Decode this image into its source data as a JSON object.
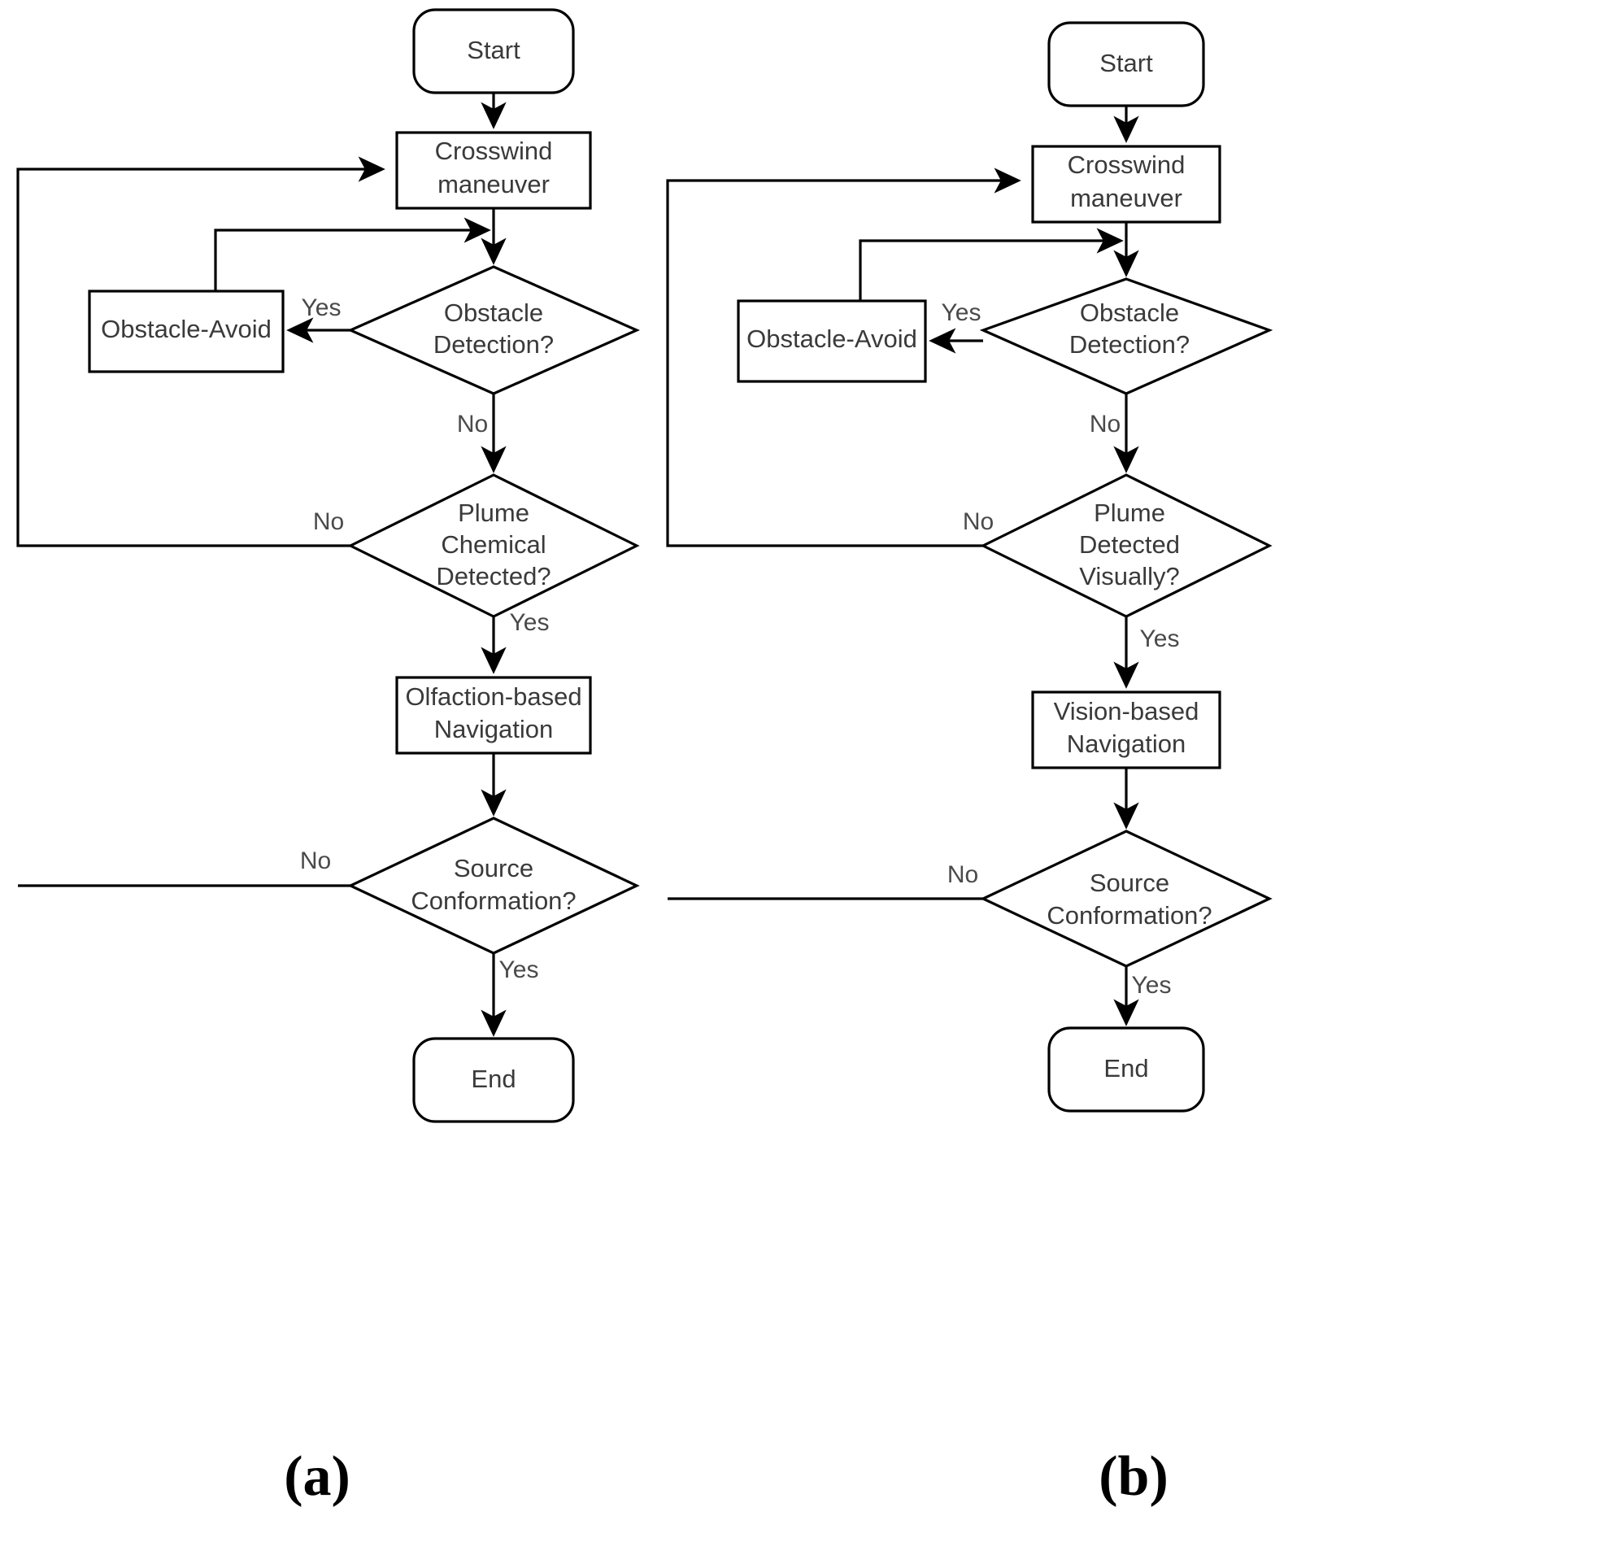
{
  "figure": {
    "panels": [
      {
        "id": "a",
        "caption": "(a)",
        "nodes": {
          "start": "Start",
          "crosswind": "Crosswind\nmaneuver",
          "crosswind_l1": "Crosswind",
          "crosswind_l2": "maneuver",
          "obstacle_decision_l1": "Obstacle",
          "obstacle_decision_l2": "Detection?",
          "obstacle_avoid": "Obstacle-Avoid",
          "plume_decision_l1": "Plume",
          "plume_decision_l2": "Chemical",
          "plume_decision_l3": "Detected?",
          "navigation_l1": "Olfaction-based",
          "navigation_l2": "Navigation",
          "source_decision_l1": "Source",
          "source_decision_l2": "Conformation?",
          "end": "End"
        },
        "edges": {
          "obstacle_yes": "Yes",
          "obstacle_no": "No",
          "plume_no": "No",
          "plume_yes": "Yes",
          "source_no": "No",
          "source_yes": "Yes"
        }
      },
      {
        "id": "b",
        "caption": "(b)",
        "nodes": {
          "start": "Start",
          "crosswind": "Crosswind\nmaneuver",
          "crosswind_l1": "Crosswind",
          "crosswind_l2": "maneuver",
          "obstacle_decision_l1": "Obstacle",
          "obstacle_decision_l2": "Detection?",
          "obstacle_avoid": "Obstacle-Avoid",
          "plume_decision_l1": "Plume",
          "plume_decision_l2": "Detected",
          "plume_decision_l3": "Visually?",
          "navigation_l1": "Vision-based",
          "navigation_l2": "Navigation",
          "source_decision_l1": "Source",
          "source_decision_l2": "Conformation?",
          "end": "End"
        },
        "edges": {
          "obstacle_yes": "Yes",
          "obstacle_no": "No",
          "plume_no": "No",
          "plume_yes": "Yes",
          "source_no": "No",
          "source_yes": "Yes"
        }
      }
    ],
    "colors": {
      "stroke": "#000000",
      "fill": "#ffffff",
      "text": "#3a3a3a",
      "label": "#000000"
    }
  }
}
